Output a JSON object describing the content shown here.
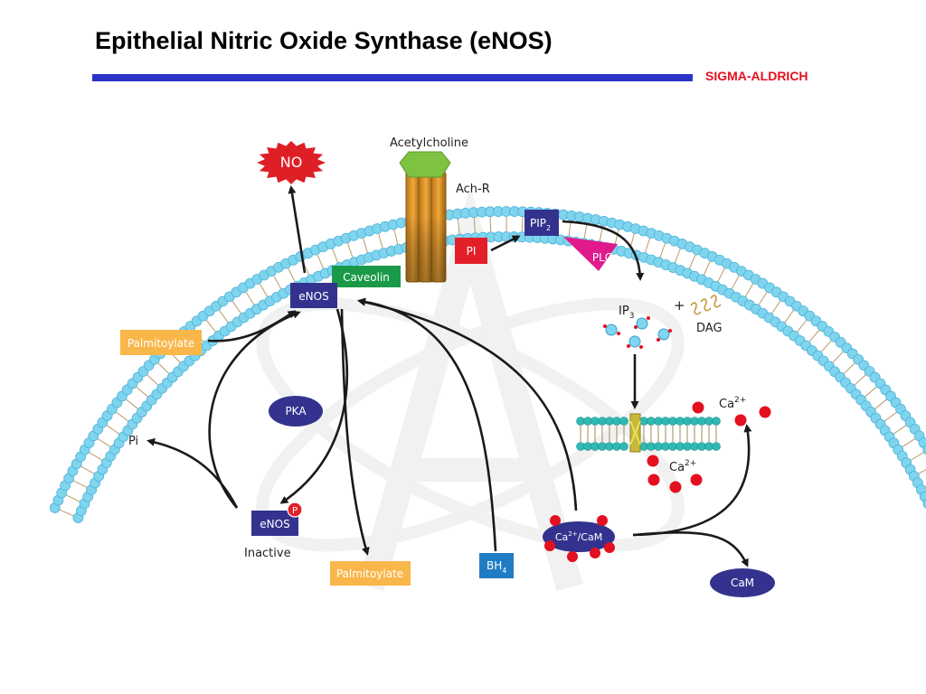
{
  "slide": {
    "title": "Epithelial Nitric Oxide Synthase (eNOS)",
    "brand": "SIGMA-ALDRICH"
  },
  "colors": {
    "title_rule": "#2a35c8",
    "brand": "#e3101f",
    "membrane_bead": "#7fd4ee",
    "enos_box": "#33338f",
    "palmitoylate_box": "#f9b64a",
    "caveolin_box": "#1a9a48",
    "pi_box": "#e3202a",
    "plc": "#e0198c",
    "no_star": "#de1f26",
    "bh4_box": "#1f7cc4",
    "calcium_dot": "#e3101f",
    "channel_bead": "#2fb9b4",
    "receptor": "#d98b1a",
    "acetylcholine": "#7ec242"
  },
  "diagram": {
    "no": "NO",
    "acetylcholine": "Acetylcholine",
    "ach_r": "Ach-R",
    "pip2": "PIP",
    "pip2_sub": "2",
    "pi_box": "PI",
    "plc": "PLC",
    "caveolin": "Caveolin",
    "enos_active": "eNOS",
    "palmitoylate_top": "Palmitoylate",
    "pka": "PKA",
    "pi_product": "Pi",
    "enos_inactive": "eNOS",
    "phospho": "P",
    "inactive": "Inactive",
    "palmitoylate_bottom": "Palmitoylate",
    "bh4": "BH",
    "bh4_sub": "4",
    "ip3": "IP",
    "ip3_sub": "3",
    "plus": "+",
    "dag": "DAG",
    "ca_top": "Ca",
    "ca_top_sup": "2+",
    "ca_mid": "Ca",
    "ca_mid_sup": "2+",
    "ca_cam": "Ca",
    "ca_cam_sup": "2+",
    "ca_cam_rest": "/CaM",
    "cam": "CaM"
  }
}
